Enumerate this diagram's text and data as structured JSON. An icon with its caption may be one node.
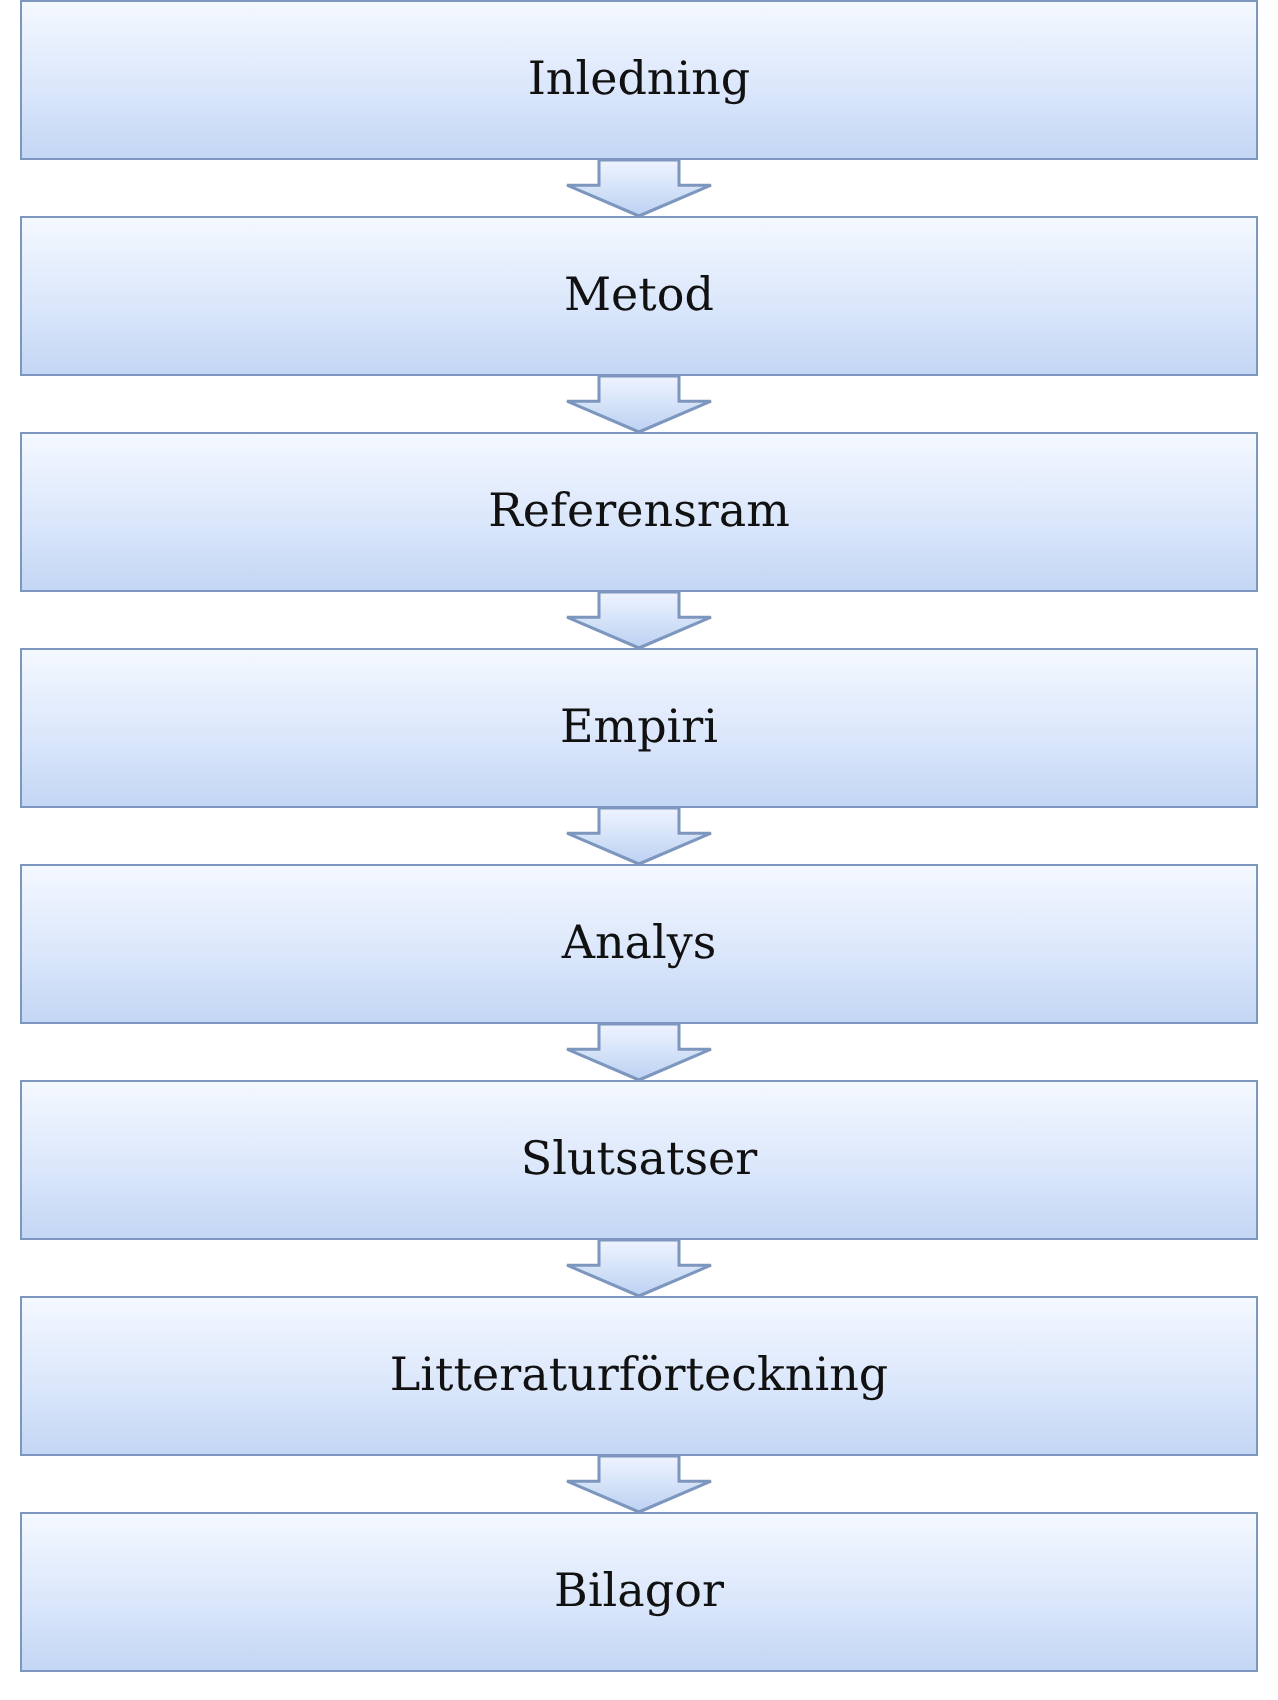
{
  "diagram": {
    "nodes": [
      {
        "text": [
          "Inledning"
        ]
      },
      {
        "text": [
          "Metod"
        ]
      },
      {
        "text": [
          "Referensram"
        ]
      },
      {
        "text": [
          "Empiri"
        ]
      },
      {
        "text": [
          "Analys"
        ]
      },
      {
        "text": [
          "Slutsatser"
        ]
      },
      {
        "text": [
          "Litteraturförteckning"
        ]
      },
      {
        "text": [
          "Bilagor"
        ]
      }
    ],
    "edges": [
      {
        "from": 0,
        "to": 1,
        "arrow": "to"
      },
      {
        "from": 1,
        "to": 2,
        "arrow": "to"
      },
      {
        "from": 2,
        "to": 3,
        "arrow": "to"
      },
      {
        "from": 3,
        "to": 4,
        "arrow": "to"
      },
      {
        "from": 4,
        "to": 5,
        "arrow": "to"
      },
      {
        "from": 5,
        "to": 6,
        "arrow": "to"
      },
      {
        "from": 6,
        "to": 7,
        "arrow": "to"
      }
    ]
  }
}
